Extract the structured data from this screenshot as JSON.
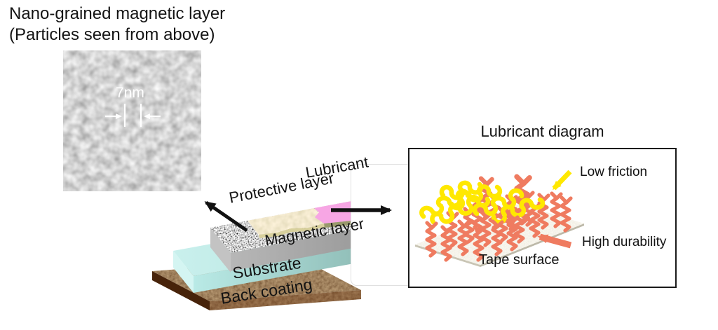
{
  "header": {
    "title_line1": "Nano-grained magnetic layer",
    "title_line2": "(Particles seen from above)"
  },
  "micrograph": {
    "scale_label": "7nm"
  },
  "stack": {
    "labels": {
      "lubricant": "Lubricant",
      "protective": "Protective layer",
      "magnetic": "Magnetic layer",
      "substrate": "Substrate",
      "back_coating": "Back coating"
    }
  },
  "lubricant_diagram": {
    "title": "Lubricant diagram",
    "annotations": {
      "low_friction": "Low friction",
      "high_durability": "High durability",
      "tape_surface": "Tape surface"
    }
  },
  "colors": {
    "lubricant_pink": "#f7a6e4",
    "protective_tan": "#e8dcab",
    "protective_edge_olive": "#99996b",
    "magnetic_gray": "#a8a8a8",
    "substrate_cyan": "#b4e7e3",
    "back_coating_brown": "#5f2f10",
    "molecule_red": "#ef7b60",
    "lubricant_yellow": "#ffe800",
    "arrow_black": "#111111"
  }
}
